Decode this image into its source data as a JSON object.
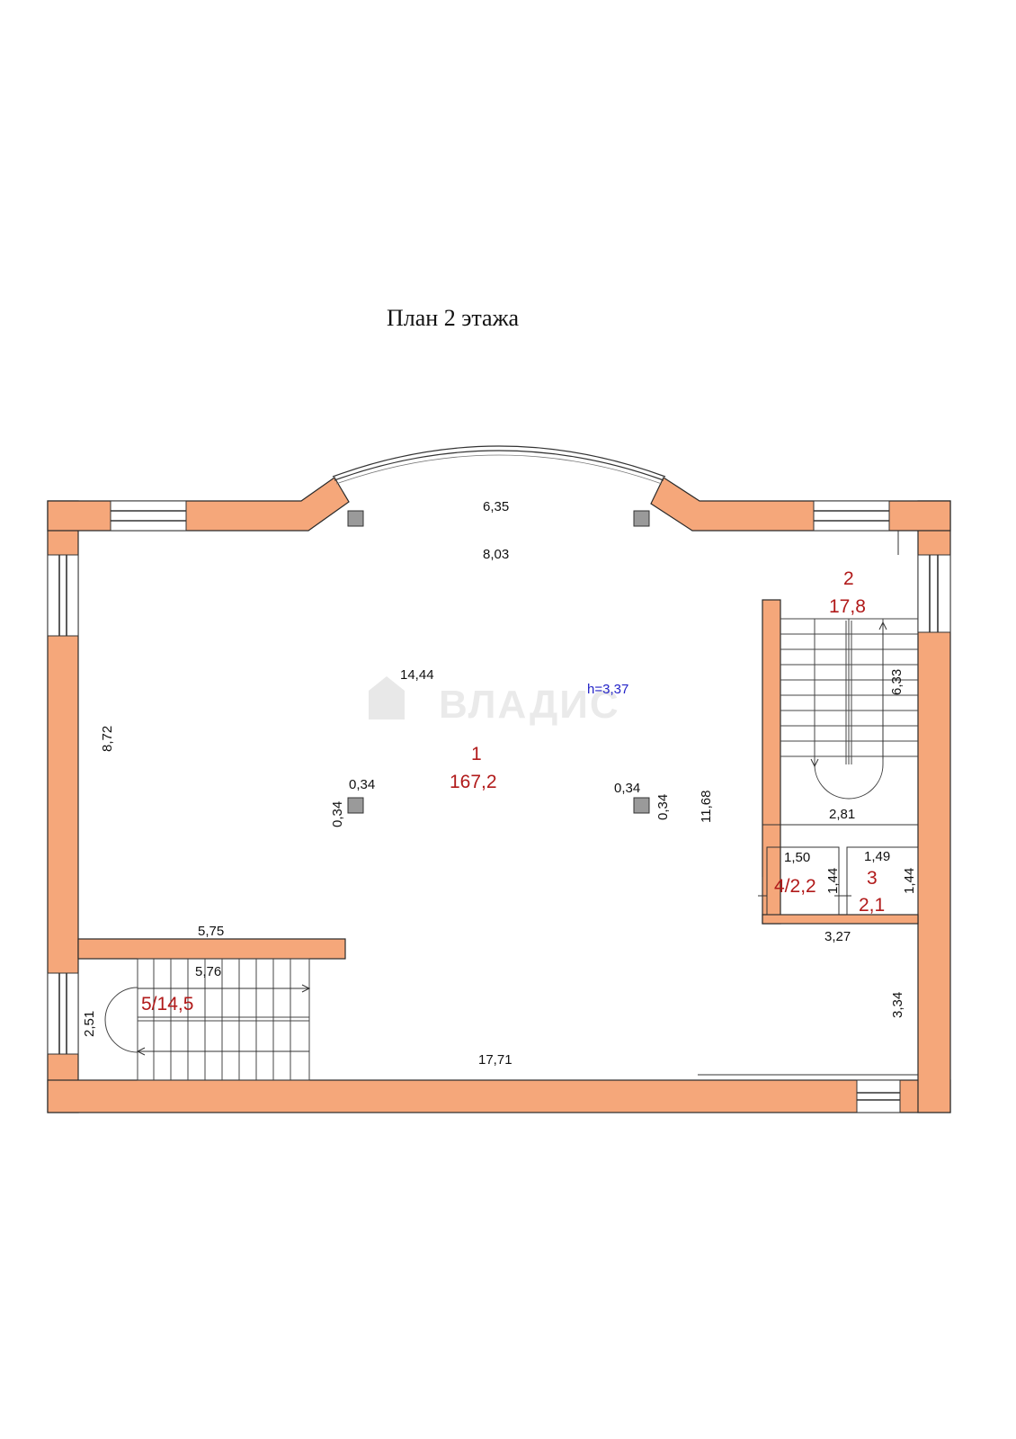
{
  "title": "План 2 этажа",
  "height_label": "h=3,37",
  "watermark": "ВЛАДИС",
  "rooms": {
    "r1_num": "1",
    "r1_area": "167,2",
    "r2_num": "2",
    "r2_area": "17,8",
    "r3_num": "3",
    "r3_area": "2,1",
    "r4_label": "4/2,2",
    "r5_label": "5/14,5"
  },
  "dims": {
    "d_6_35": "6,35",
    "d_8_03": "8,03",
    "d_14_44": "14,44",
    "d_8_72": "8,72",
    "d_6_33": "6,33",
    "d_0_34_a": "0,34",
    "d_0_34_b": "0,34",
    "d_0_34_c": "0,34",
    "d_0_34_d": "0,34",
    "d_11_68": "11,68",
    "d_2_81": "2,81",
    "d_1_50": "1,50",
    "d_1_49": "1,49",
    "d_1_44_a": "1,44",
    "d_1_44_b": "1,44",
    "d_5_75": "5,75",
    "d_5_76": "5,76",
    "d_3_27": "3,27",
    "d_3_34": "3,34",
    "d_2_51": "2,51",
    "d_17_71": "17,71"
  },
  "colors": {
    "wall": "#f5a77a",
    "room_label": "#b11a1a",
    "height_label": "#2323c8"
  }
}
